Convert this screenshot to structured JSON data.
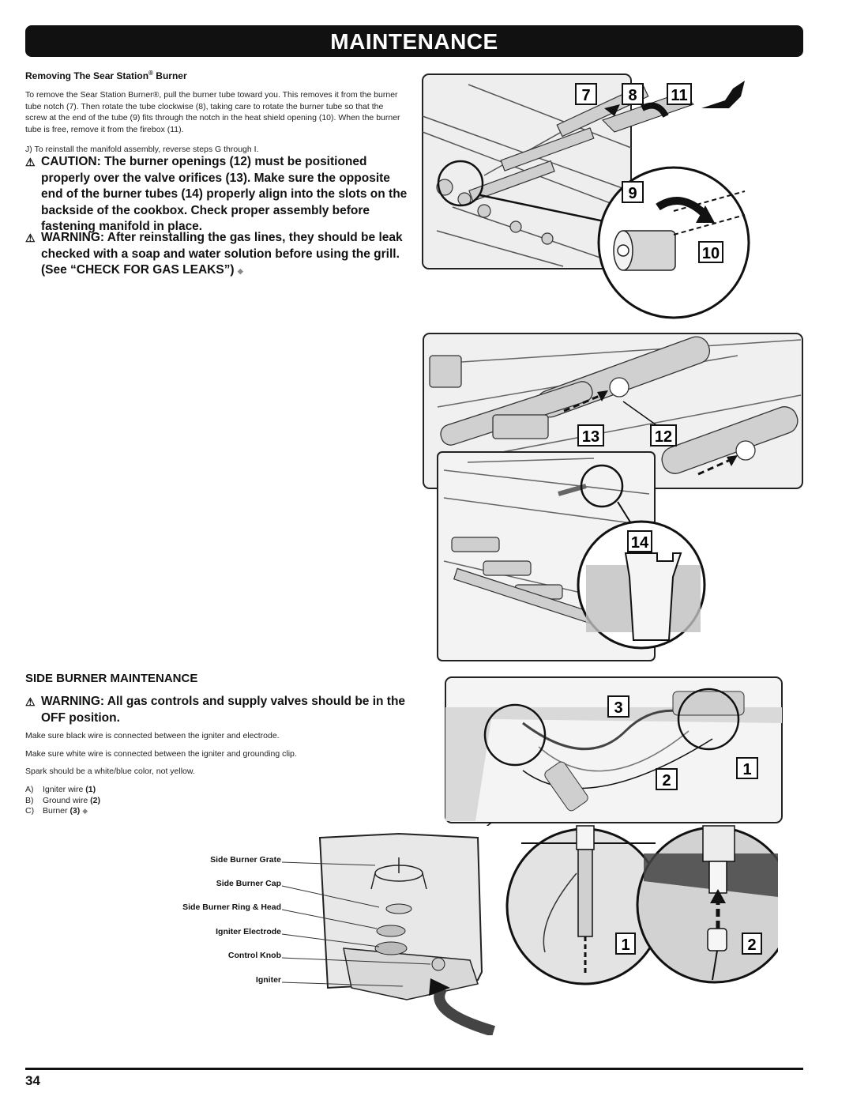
{
  "header": {
    "title": "MAINTENANCE"
  },
  "sear": {
    "heading": "Removing The Sear Station",
    "heading_sup": "®",
    "heading_tail": " Burner",
    "paragraph": "To remove the Sear Station Burner®, pull the burner tube toward you. This removes it from the burner tube notch (7). Then rotate the tube clockwise (8), taking care to rotate the burner tube so that the screw at the end of the tube (9) fits through the notch in the heat shield opening (10). When the burner tube is free, remove it from the firebox (11).",
    "step_j": "J)  To reinstall the manifold assembly, reverse steps G through I.",
    "caution": "CAUTION: The burner openings (12) must be positioned properly over the valve orifices (13). Make sure the opposite end of the burner tubes (14) properly align into the slots on the backside of the cookbox. Check proper assembly before fastening manifold in place.",
    "warning": "WARNING: After reinstalling the gas lines, they should be leak checked with a soap and water solution before using the grill. (See “CHECK FOR GAS LEAKS”)"
  },
  "side_burner": {
    "heading": "SIDE BURNER MAINTENANCE",
    "warning": "WARNING: All gas controls and supply valves should be in the OFF position.",
    "lines": [
      "Make sure black wire is connected between the igniter and electrode.",
      "Make sure white wire is connected between the igniter and grounding clip.",
      "Spark should be a white/blue color, not yellow."
    ],
    "list": [
      {
        "key": "A)",
        "text": "Igniter wire ",
        "num": "(1)"
      },
      {
        "key": "B)",
        "text": "Ground wire ",
        "num": "(2)"
      },
      {
        "key": "C)",
        "text": "Burner ",
        "num": "(3)"
      }
    ],
    "callouts": [
      "Side Burner Grate",
      "Side Burner Cap",
      "Side Burner Ring & Head",
      "Igniter Electrode",
      "Control Knob",
      "Igniter"
    ]
  },
  "figure_labels": {
    "fig1": [
      "7",
      "8",
      "11",
      "9",
      "10"
    ],
    "fig2": [
      "13",
      "12"
    ],
    "fig3": [
      "14"
    ],
    "fig4": [
      "3",
      "2",
      "1"
    ],
    "fig5": [
      "1",
      "2"
    ]
  },
  "footer": {
    "page_number": "34"
  },
  "icons": [
    "warning-triangle-icon",
    "diamond-end-icon"
  ]
}
